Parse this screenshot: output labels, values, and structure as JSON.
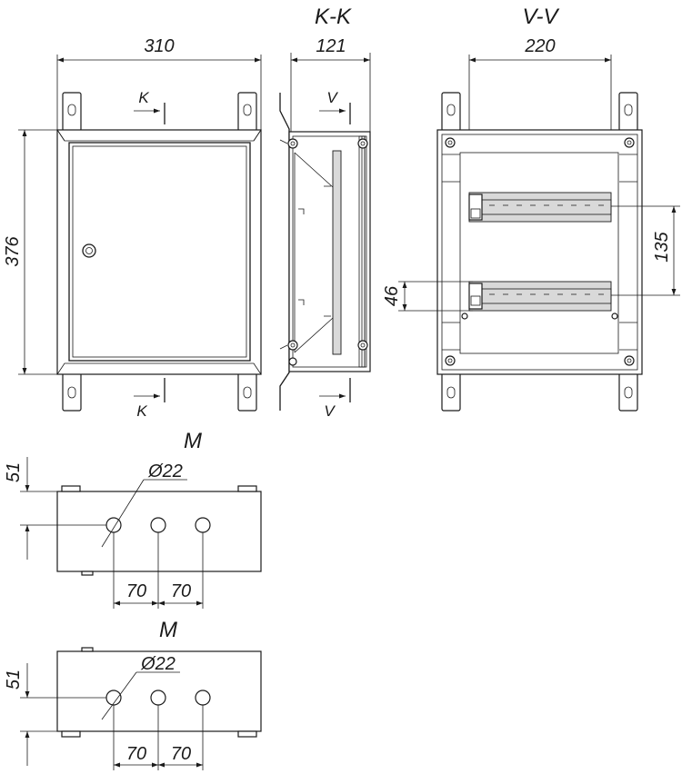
{
  "front_view": {
    "width_label": "310",
    "height_label": "376",
    "section_marker_top": "K",
    "section_marker_bottom": "K"
  },
  "section_kk": {
    "title": "K-K",
    "depth_label": "121",
    "section_marker_top": "V",
    "section_marker_bottom": "V"
  },
  "section_vv": {
    "title": "V-V",
    "inner_width_label": "220",
    "rail_spacing_label": "135",
    "rail_height_label": "46"
  },
  "bottom_view_1": {
    "title": "M",
    "edge_offset_label": "51",
    "hole_diameter_label": "Ø22",
    "hole_spacing_1_label": "70",
    "hole_spacing_2_label": "70"
  },
  "bottom_view_2": {
    "title": "M",
    "edge_offset_label": "51",
    "hole_diameter_label": "Ø22",
    "hole_spacing_1_label": "70",
    "hole_spacing_2_label": "70"
  }
}
